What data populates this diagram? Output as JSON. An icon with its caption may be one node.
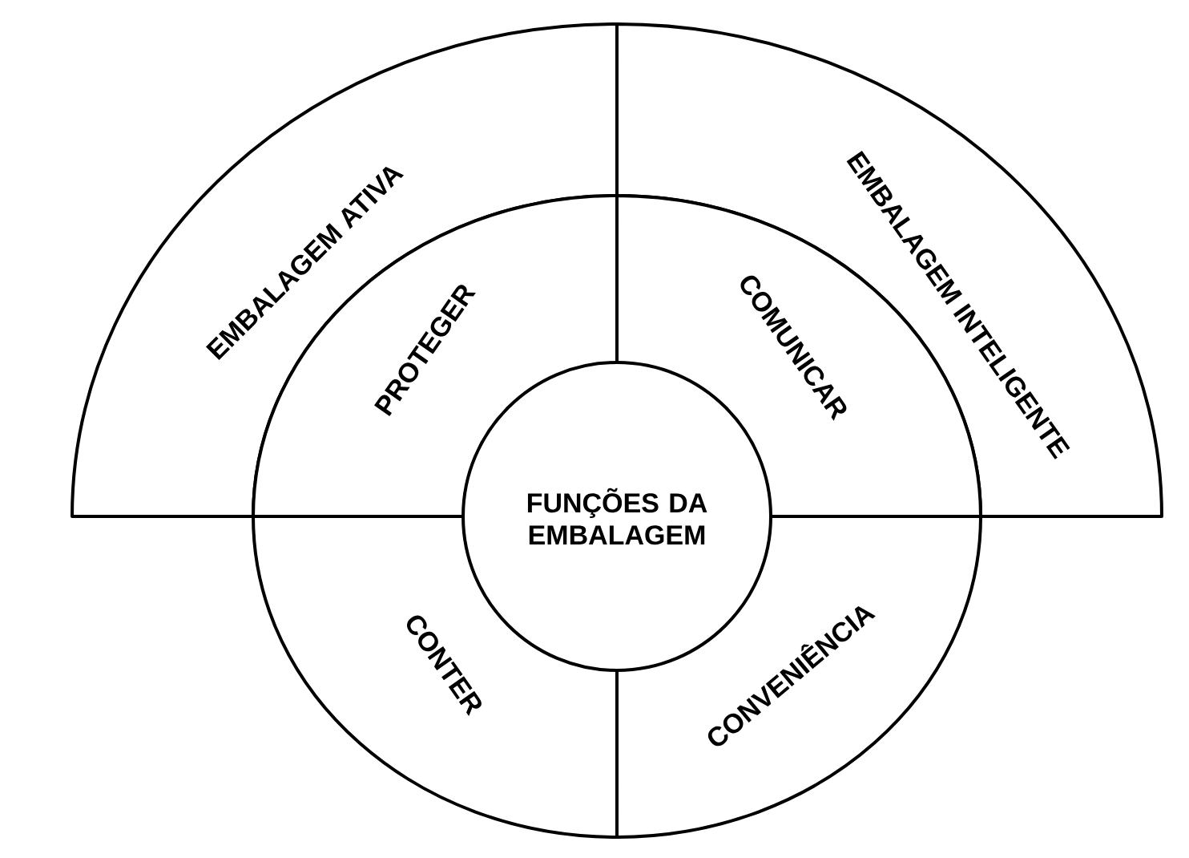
{
  "diagram": {
    "nodes": [
      {
        "text": [
          "EMBALAGEM ATIVA"
        ]
      },
      {
        "text": [
          "EMBALAGEM INTELIGENTE"
        ]
      },
      {
        "text": [
          "PROTEGER"
        ]
      },
      {
        "text": [
          "COMUNICAR"
        ]
      },
      {
        "text": [
          "CONTER"
        ]
      },
      {
        "text": [
          "CONVENIÊNCIA"
        ]
      },
      {
        "text": [
          "FUNÇÕES DA EMBALAGEM"
        ]
      }
    ]
  }
}
